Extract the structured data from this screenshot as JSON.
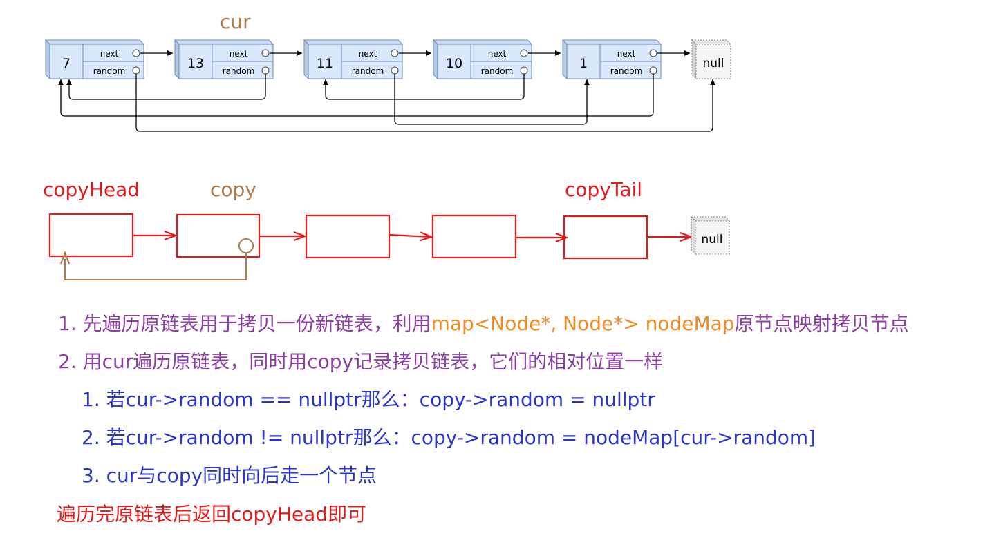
{
  "labels": {
    "cur": "cur",
    "copy_head": "copyHead",
    "copy": "copy",
    "copy_tail": "copyTail"
  },
  "original_list": {
    "nodes": [
      {
        "val": "7"
      },
      {
        "val": "13"
      },
      {
        "val": "11"
      },
      {
        "val": "10"
      },
      {
        "val": "1"
      }
    ],
    "next_label": "next",
    "random_label": "random",
    "null_label": "null"
  },
  "copy_list": {
    "null_label": "null"
  },
  "steps": {
    "s1_prefix": "1. 先遍历原链表用于拷贝一份新链表，利用",
    "s1_code": "map<Node*, Node*> nodeMap",
    "s1_suffix": "原节点映射拷贝节点",
    "s2": "2. 用cur遍历原链表，同时用copy记录拷贝链表，它们的相对位置一样",
    "s2_1": "1. 若cur->random == nullptr那么：copy->random = nullptr",
    "s2_2": "2. 若cur->random  != nullptr那么：copy->random = nodeMap[cur->random]",
    "s2_3": "3. cur与copy同时向后走一个节点",
    "final": "遍历完原链表后返回copyHead即可"
  },
  "colors": {
    "node_fill": "#dae8fc",
    "node_stroke": "#6c8ebf",
    "copy_stroke": "#e41a1a",
    "pointer_brown": "#b07a4a",
    "text_purple": "#8e3fa6",
    "text_orange": "#f08c26",
    "text_blue": "#2b35c9",
    "text_red": "#e41a1a"
  }
}
